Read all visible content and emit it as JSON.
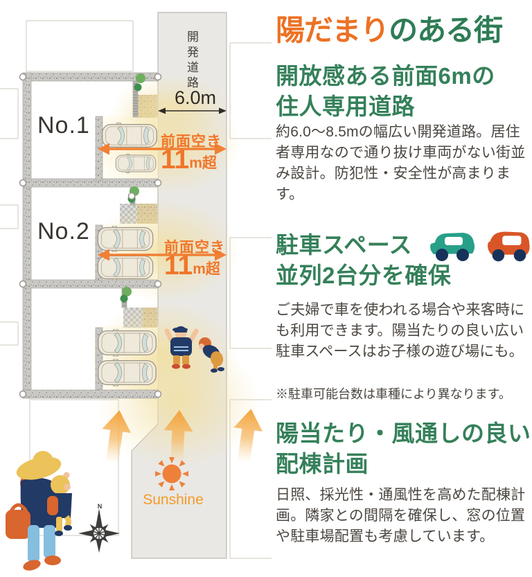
{
  "title": {
    "accent": "陽だまり",
    "rest": "のある街"
  },
  "sections": [
    {
      "heading_line1": "開放感ある前面6mの",
      "heading_line2": "住人専用道路",
      "body": "約6.0〜8.5mの幅広い開発道路。居住者専用なので通り抜け車両がない街並み設計。防犯性・安全性が高まります。"
    },
    {
      "heading_line1": "駐車スペース",
      "heading_line2": "並列2台分を確保",
      "body": "ご夫婦で車を使われる場合や来客時にも利用できます。陽当たりの良い広い駐車スペースはお子様の遊び場にも。",
      "note": "※駐車可能台数は車種により異なります。"
    },
    {
      "heading_line1": "陽当たり・風通しの良い",
      "heading_line2": "配棟計画",
      "body": "日照、採光性・通風性を高めた配棟計画。隣家との間隔を確保し、窓の位置や駐車場配置も考慮しています。"
    }
  ],
  "diagram": {
    "road_label": "開発道路",
    "road_width": "6.0m",
    "lot1_label": "No.1",
    "lot2_label": "No.2",
    "clearance_label": "前面空き",
    "clearance_value": "11",
    "clearance_unit": "m超",
    "sunshine_label": "Sunshine",
    "compass_north": "N"
  },
  "colors": {
    "accent_orange": "#ec7123",
    "heading_green": "#35805a",
    "body_text": "#4b4640",
    "arrow_orange": "#f08034",
    "sun_orange": "#ef8039",
    "car_icon_teal": "#27a088",
    "car_icon_orange": "#d95527",
    "car_icon_wheel_navy": "#16325a",
    "road_gray": "#e9e8e5",
    "glow_yellow": "#f2dfa0"
  }
}
